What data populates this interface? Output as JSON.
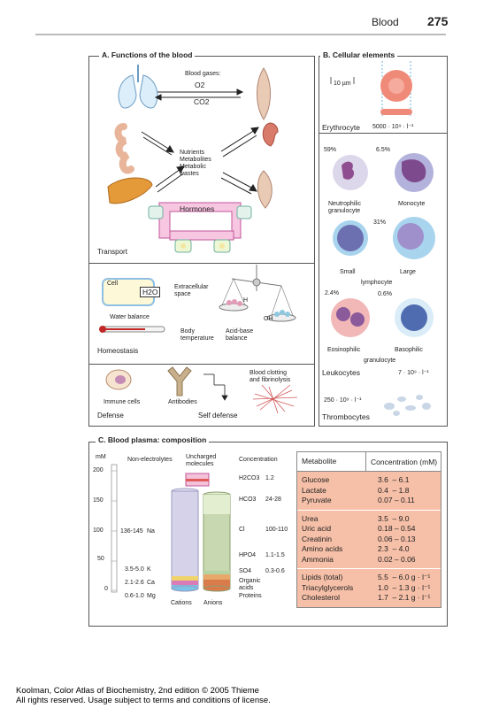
{
  "header": {
    "title": "Blood",
    "page": "275"
  },
  "sectionA": {
    "title": "A. Functions of the blood",
    "gases_label": "Blood gases:",
    "o2": "O2",
    "co2": "CO2",
    "nutrients": [
      "Nutrients",
      "Metabolites",
      "Metabolic",
      "wastes"
    ],
    "hormones": "Hormones",
    "transport": "Transport",
    "cell": "Cell",
    "h2o": "H2O",
    "extracellular": [
      "Extracellular",
      "space"
    ],
    "h_ion": "H",
    "oh_ion": "OH",
    "water_balance": "Water balance",
    "body_temperature": [
      "Body",
      "temperature"
    ],
    "acid_base": [
      "Acid-base",
      "balance"
    ],
    "homeostasis": "Homeostasis",
    "clotting": [
      "Blood clotting",
      "and fibrinolysis"
    ],
    "immune_cells": "Immune cells",
    "antibodies": "Antibodies",
    "defense": "Defense",
    "self_defense": "Self defense"
  },
  "sectionB": {
    "title": "B. Cellular elements",
    "scale": "10 µm",
    "erythrocyte": "Erythrocyte",
    "erythrocyte_count": "5000 · 10⁹ · l⁻¹",
    "neutro_pct": "59%",
    "mono_pct": "6.5%",
    "neutrophilic": [
      "Neutrophilic",
      "granulocyte"
    ],
    "monocyte": "Monocyte",
    "lymph_pct": "31%",
    "small": "Small",
    "large": "Large",
    "lymphocyte": "lymphocyte",
    "eosino_pct": "2.4%",
    "baso_pct": "0.6%",
    "eosinophilic": "Eosinophilic",
    "basophilic": "Basophilic",
    "granulocyte": "granulocyte",
    "leukocytes": "Leukocytes",
    "leukocyte_count": "7 · 10⁹ · l⁻¹",
    "thrombo_count": "250 · 10⁹ · l⁻¹",
    "thrombocytes": "Thrombocytes"
  },
  "sectionC": {
    "title": "C. Blood plasma: composition",
    "unit": "mM",
    "y_ticks": [
      "200",
      "150",
      "100",
      "50",
      "0"
    ],
    "non_electrolytes": "Non-electrolytes",
    "uncharged": [
      "Uncharged",
      "molecules"
    ],
    "concentration": "Concentration",
    "cations_label": "Cations",
    "anions_label": "Anions",
    "cations": [
      {
        "range": "136-145",
        "ion": "Na"
      },
      {
        "range": "3.5-5.0",
        "ion": "K"
      },
      {
        "range": "2.1-2.6",
        "ion": "Ca"
      },
      {
        "range": "0.6-1.0",
        "ion": "Mg"
      }
    ],
    "anions": [
      {
        "ion": "H2CO3",
        "range": "1.2"
      },
      {
        "ion": "HCO3",
        "range": "24-28"
      },
      {
        "ion": "Cl",
        "range": "100-110"
      },
      {
        "ion": "HPO4",
        "range": "1.1-1.5"
      },
      {
        "ion": "SO4",
        "range": "0.3-0.6"
      },
      {
        "ion": "Organic acids",
        "range": ""
      },
      {
        "ion": "Proteins",
        "range": ""
      }
    ],
    "table": {
      "headers": [
        "Metabolite",
        "Concentration (mM)"
      ],
      "groups": [
        [
          [
            "Glucose",
            "3.6  – 6.1"
          ],
          [
            "Lactate",
            "0.4  – 1.8"
          ],
          [
            "Pyruvate",
            "0.07 – 0.11"
          ]
        ],
        [
          [
            "Urea",
            "3.5  – 9.0"
          ],
          [
            "Uric acid",
            "0.18 – 0.54"
          ],
          [
            "Creatinin",
            "0.06 – 0.13"
          ],
          [
            "Amino acids",
            "2.3  – 4.0"
          ],
          [
            "Ammonia",
            "0.02 – 0.06"
          ]
        ],
        [
          [
            "Lipids (total)",
            "5.5  – 6.0 g · l⁻¹"
          ],
          [
            "Triacylglycerols",
            "1.0  – 1.3 g · l⁻¹"
          ],
          [
            "Cholesterol",
            "1.7  – 2.1 g · l⁻¹"
          ]
        ]
      ]
    }
  },
  "footer": {
    "line1": "Koolman, Color Atlas of Biochemistry, 2nd edition © 2005 Thieme",
    "line2": "All rights reserved. Usage subject to terms and conditions of license."
  },
  "colors": {
    "plasma_bg": "#f6c0a8",
    "pink_frame": "#f3b6d6",
    "cation_col": "#d6d2ea",
    "anion_col": "#c8d8b0"
  }
}
